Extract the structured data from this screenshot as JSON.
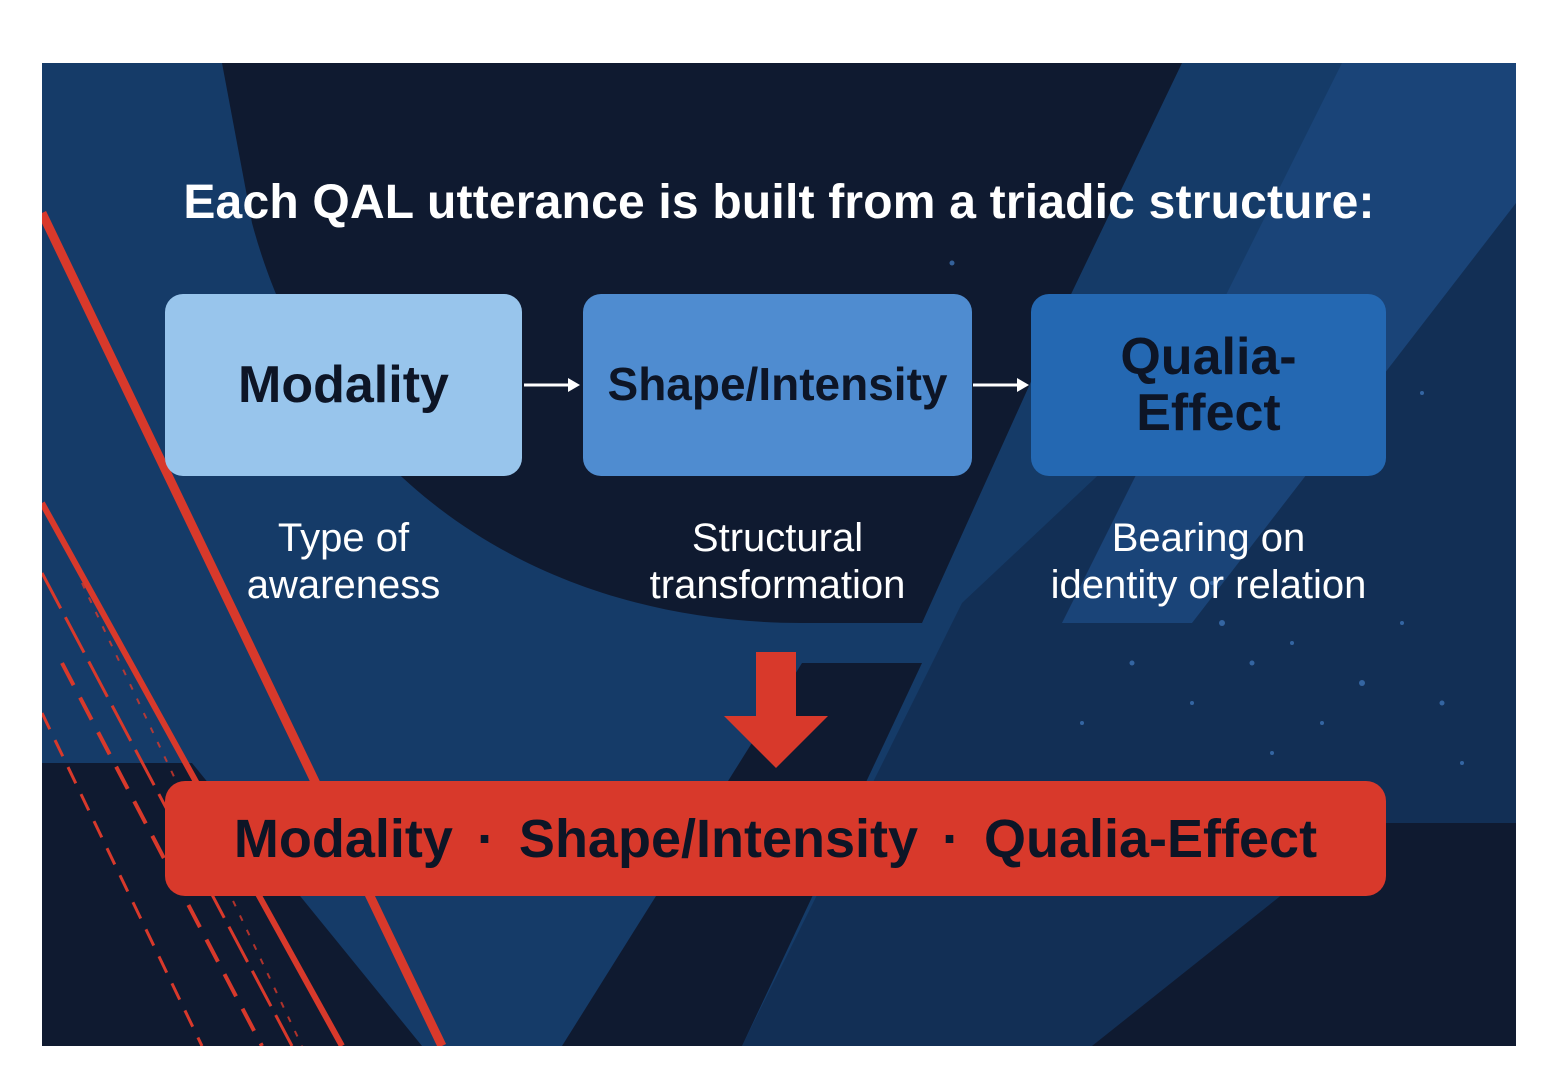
{
  "title": "Each QAL utterance is built from a triadic structure:",
  "components": [
    {
      "label": "Modality",
      "description_line1": "Type of",
      "description_line2": "awareness"
    },
    {
      "label": "Shape/Intensity",
      "description_line1": "Structural",
      "description_line2": "transformation"
    },
    {
      "label_line1": "Qualia-",
      "label_line2": "Effect",
      "description_line1": "Bearing on",
      "description_line2": "identity or relation"
    }
  ],
  "formula": {
    "part1": "Modality",
    "separator": "·",
    "part2": "Shape/Intensity",
    "part3": "Qualia-Effect"
  },
  "colors": {
    "background_dark": "#0f1a30",
    "background_blue": "#153b68",
    "box_modality": "#98c5ec",
    "box_shape": "#4f8cd0",
    "box_qualia": "#2468b2",
    "accent_red": "#d8392b",
    "text_dark": "#0d1526",
    "text_light": "#ffffff"
  }
}
